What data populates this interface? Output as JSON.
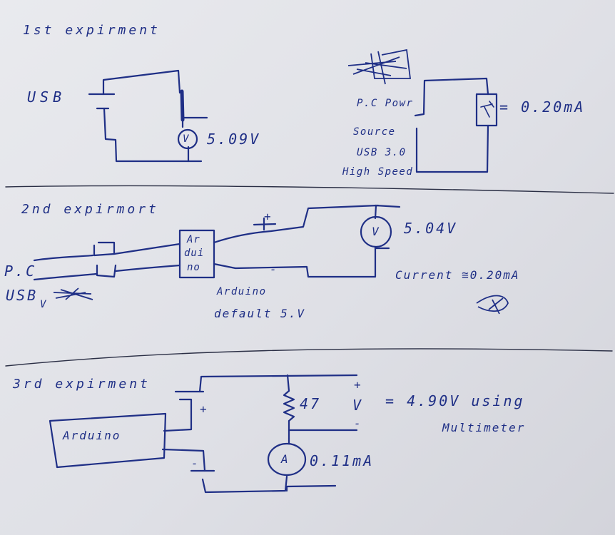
{
  "experiment1": {
    "title": "1st expirment",
    "usb_label": "USB",
    "voltage_reading": "5.09V",
    "meter_symbol": "V",
    "pc_power_label": "P.C Powr",
    "source_label": "Source",
    "usb3_label": "USB 3.0",
    "high_speed_label": "High Speed",
    "current_reading": "= 0.20mA"
  },
  "experiment2": {
    "title": "2nd expirmort",
    "pc_label": "P.C",
    "usb_label": "USB",
    "usb_subscript": "V",
    "arduino_box": {
      "line1": "Ar",
      "line2": "dui",
      "line3": "no"
    },
    "meter_symbol": "V",
    "voltage_reading": "5.04V",
    "plus_sign": "+",
    "minus_sign": "-",
    "arduino_label": "Arduino",
    "default_label": "default 5.V",
    "current_reading": "Current ≅0.20mA"
  },
  "experiment3": {
    "title": "3rd expirment",
    "arduino_box_label": "Arduino",
    "plus_sign": "+",
    "minus_sign": "-",
    "resistor_label": "47",
    "v_plus": "+",
    "v_symbol": "V",
    "v_minus": "-",
    "voltage_reading": "= 4.90V using",
    "multimeter_label": "Multimeter",
    "meter_symbol": "A",
    "current_reading": "0.11mA"
  }
}
